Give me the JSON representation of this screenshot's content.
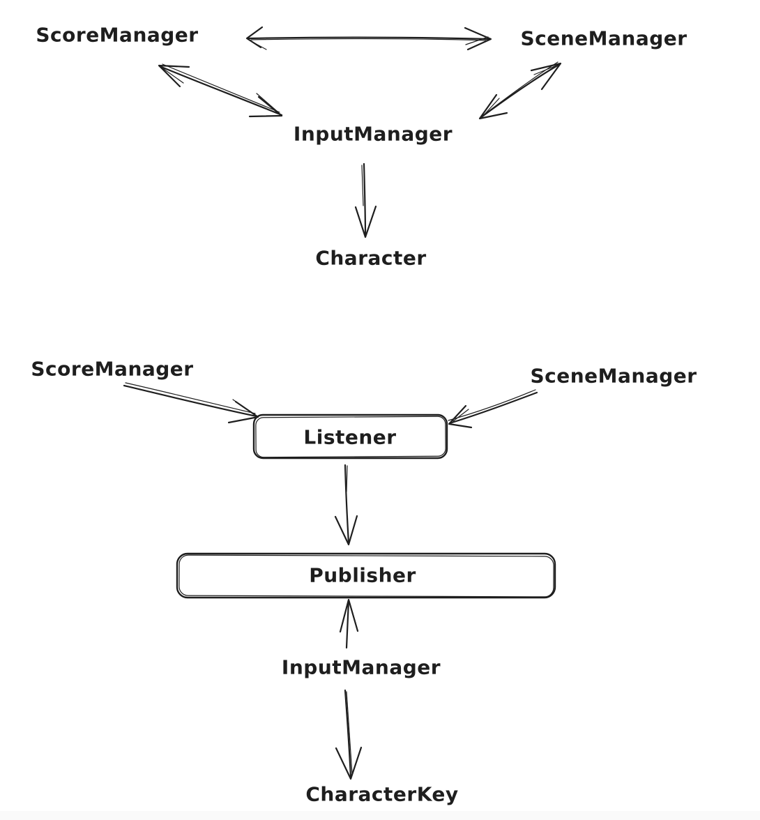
{
  "colors": {
    "background": "#ffffff",
    "stroke": "#1e1e1e",
    "bottom_band": "#fafafa"
  },
  "top_diagram": {
    "nodes": {
      "score_manager": "ScoreManager",
      "scene_manager": "SceneManager",
      "input_manager": "InputManager",
      "character": "Character"
    },
    "edges": [
      {
        "from": "ScoreManager",
        "to": "SceneManager",
        "direction": "bidirectional"
      },
      {
        "from": "ScoreManager",
        "to": "InputManager",
        "direction": "bidirectional"
      },
      {
        "from": "SceneManager",
        "to": "InputManager",
        "direction": "bidirectional"
      },
      {
        "from": "InputManager",
        "to": "Character",
        "direction": "one-way"
      }
    ]
  },
  "bottom_diagram": {
    "nodes": {
      "score_manager": "ScoreManager",
      "scene_manager": "SceneManager",
      "listener": "Listener",
      "publisher": "Publisher",
      "input_manager": "InputManager",
      "character_key": "CharacterKey"
    },
    "boxed_nodes": [
      "Listener",
      "Publisher"
    ],
    "edges": [
      {
        "from": "ScoreManager",
        "to": "Listener",
        "direction": "one-way"
      },
      {
        "from": "SceneManager",
        "to": "Listener",
        "direction": "one-way"
      },
      {
        "from": "Listener",
        "to": "Publisher",
        "direction": "one-way"
      },
      {
        "from": "InputManager",
        "to": "Publisher",
        "direction": "one-way"
      },
      {
        "from": "InputManager",
        "to": "CharacterKey",
        "direction": "one-way"
      }
    ]
  }
}
